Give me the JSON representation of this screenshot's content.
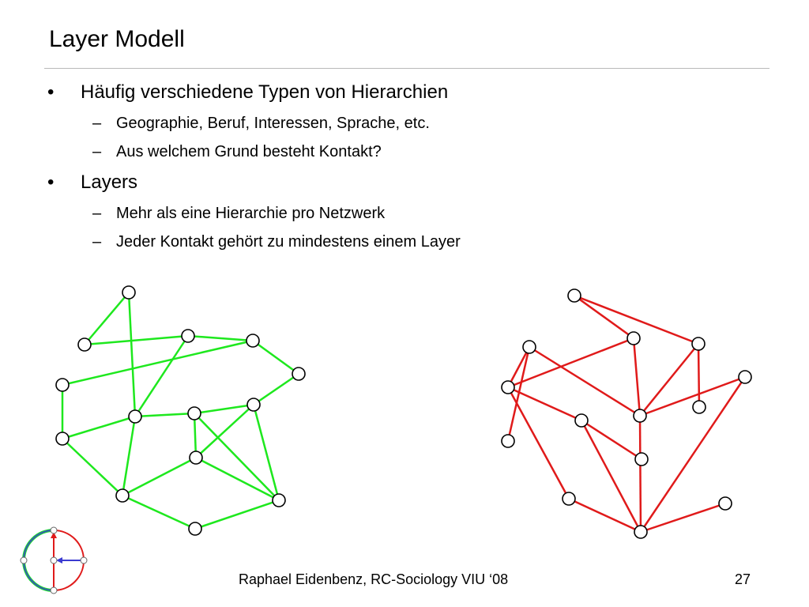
{
  "slide": {
    "title": "Layer Modell",
    "bullets": [
      {
        "text": "Häufig verschiedene Typen von Hierarchien",
        "subitems": [
          "Geographie, Beruf, Interessen, Sprache, etc.",
          "Aus welchem Grund besteht Kontakt?"
        ]
      },
      {
        "text": "Layers",
        "subitems": [
          "Mehr als eine Hierarchie pro Netzwerk",
          "Jeder Kontakt gehört zu mindestens einem Layer"
        ]
      }
    ],
    "bullet_symbol": "•",
    "sub_bullet_symbol": "–"
  },
  "colors": {
    "green_layer": "#1ee81e",
    "red_layer": "#e01a1a",
    "node_fill": "#ffffff",
    "node_stroke": "#000000",
    "rule": "#b9b9b9",
    "logo_blue": "#3b3bd1"
  },
  "footer": {
    "author": "Raphael Eidenbenz, RC-Sociology VIU ‘08",
    "page_number": "27"
  }
}
